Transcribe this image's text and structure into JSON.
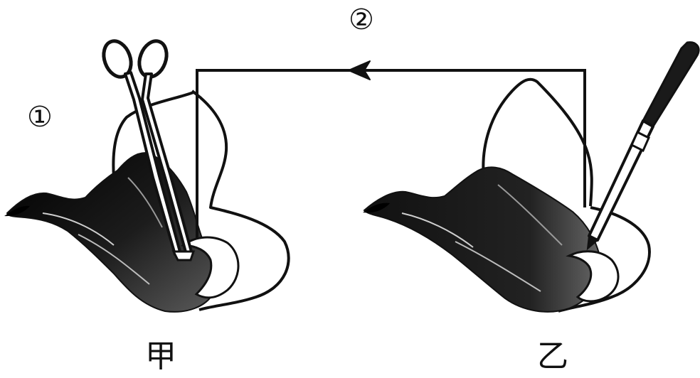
{
  "labels": {
    "step_1": "①",
    "step_2": "②",
    "figure_jia": "甲",
    "figure_yi": "乙"
  },
  "colors": {
    "ink": "#111111",
    "shade": "#2a2a2a",
    "background": "#ffffff"
  },
  "icons": {
    "left_tool": "forceps-icon",
    "right_tool": "scalpel-icon",
    "flow": "arrow-left-icon"
  }
}
